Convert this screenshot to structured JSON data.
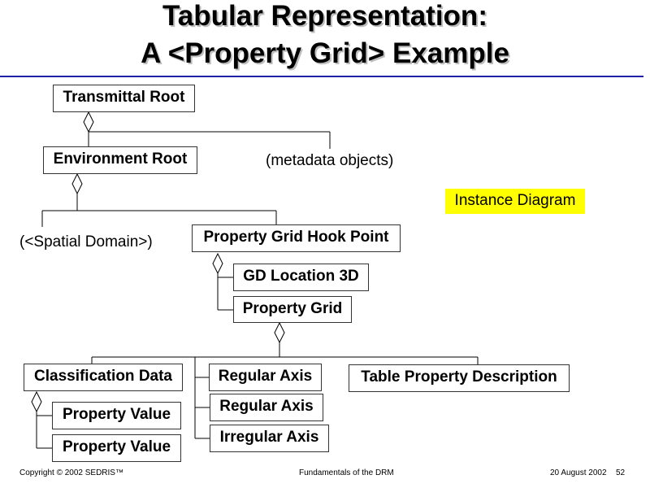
{
  "slide": {
    "title_line1": "Tabular Representation:",
    "title_line2": "A <Property Grid> Example",
    "accent_color": "#1f1fa8",
    "note_color": "#ffff00"
  },
  "diagram": {
    "nodes": {
      "transmittal_root": "Transmittal Root",
      "environment_root": "Environment Root",
      "metadata_objects": "(metadata objects)",
      "spatial_domain": "(<Spatial Domain>)",
      "property_grid_hook_point": "Property Grid Hook Point",
      "gd_location_3d": "GD Location 3D",
      "property_grid": "Property Grid",
      "classification_data": "Classification Data",
      "property_value_1": "Property Value",
      "property_value_2": "Property Value",
      "regular_axis_1": "Regular Axis",
      "regular_axis_2": "Regular Axis",
      "irregular_axis": "Irregular Axis",
      "table_property_description": "Table Property Description"
    },
    "note": "Instance Diagram"
  },
  "footer": {
    "copyright": "Copyright © 2002 SEDRIS™",
    "center": "Fundamentals of the DRM",
    "date": "20 August 2002",
    "page": "52"
  }
}
